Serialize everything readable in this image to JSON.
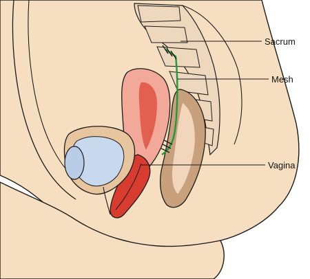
{
  "labels": {
    "sacrum": "Sacrum",
    "mesh": "Mesh",
    "vagina": "Vagina"
  },
  "colors": {
    "skin": "#f6dfc0",
    "skin_dark": "#e6c59f",
    "outline": "#1a1a1a",
    "bone": "#eed8bd",
    "rectum": "#c9a07c",
    "rectum_inner": "#f1d6bb",
    "uterus": "#e2604f",
    "uterus_light": "#f3a999",
    "vagina": "#d83c2e",
    "mesh": "#1f9a3a",
    "bladder": "#c8d9ee",
    "pubic_bone": "#b9cde6"
  }
}
